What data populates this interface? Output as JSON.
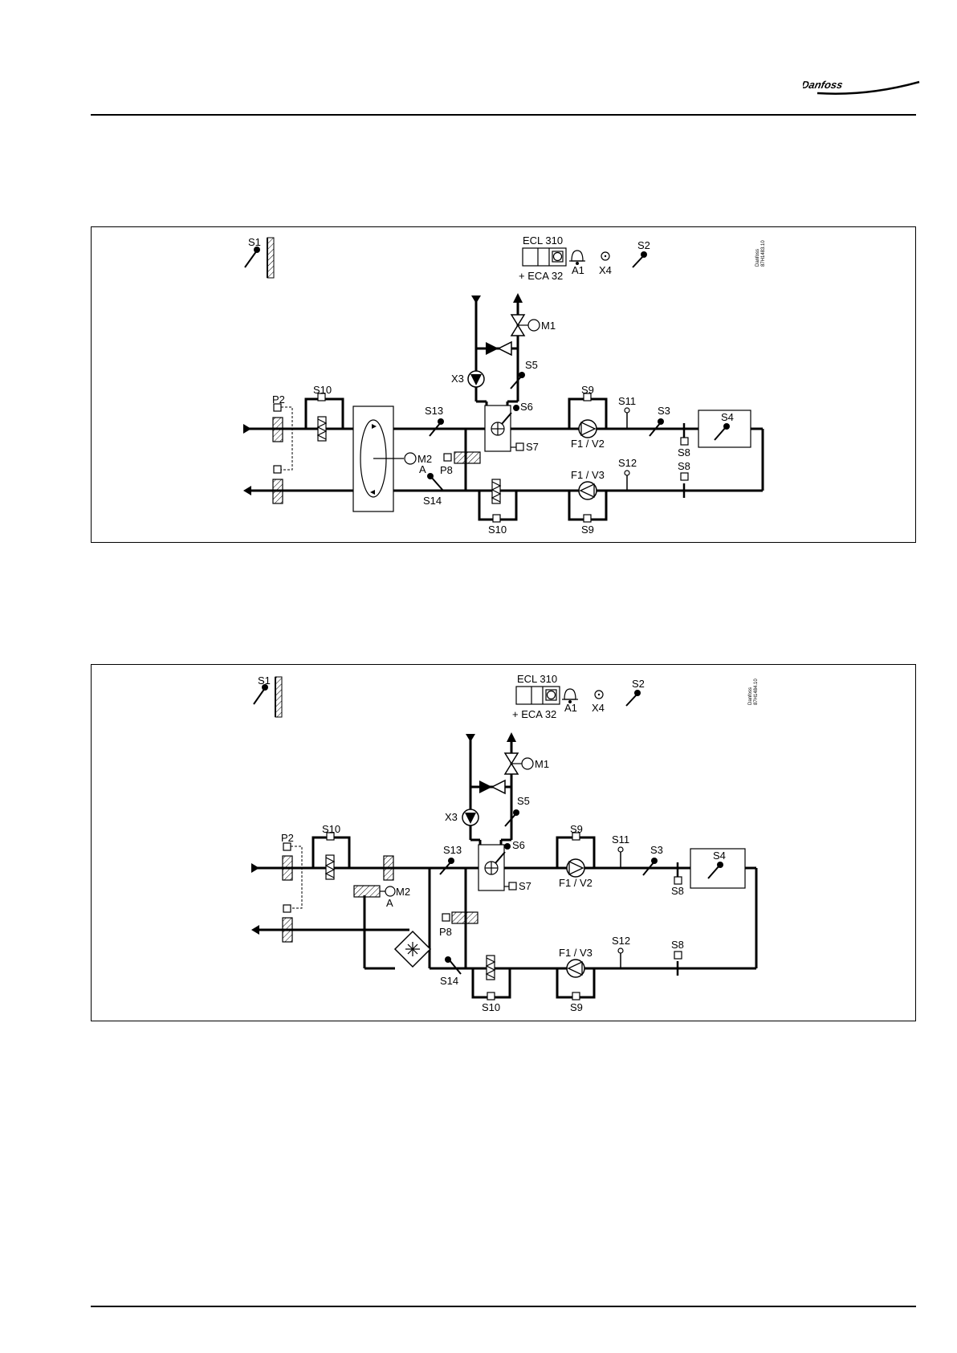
{
  "brand": {
    "logo_text": "Danfoss"
  },
  "diagrams": [
    {
      "doc_code_lines": [
        "Danfoss",
        "87H1483.10"
      ],
      "controller": {
        "label": "ECL 310",
        "sub_label": "+ ECA 32"
      },
      "labels": {
        "s1": "S1",
        "a1": "A1",
        "x4": "X4",
        "s2": "S2",
        "m1": "M1",
        "x3": "X3",
        "s5": "S5",
        "s6": "S6",
        "s7": "S7",
        "p2": "P2",
        "s10_top": "S10",
        "s13": "S13",
        "m2": "M2",
        "a": "A",
        "p8": "P8",
        "s14": "S14",
        "s10_bottom": "S10",
        "s9_top": "S9",
        "f1v2": "F1 / V2",
        "s11": "S11",
        "s3": "S3",
        "s8_top": "S8",
        "s4": "S4",
        "f1v3": "F1 / V3",
        "s12": "S12",
        "s8_bottom": "S8",
        "s9_bottom": "S9"
      }
    },
    {
      "doc_code_lines": [
        "Danfoss",
        "87H1484.10"
      ],
      "controller": {
        "label": "ECL 310",
        "sub_label": "+ ECA 32"
      },
      "labels": {
        "s1": "S1",
        "a1": "A1",
        "x4": "X4",
        "s2": "S2",
        "m1": "M1",
        "x3": "X3",
        "s5": "S5",
        "s6": "S6",
        "s7": "S7",
        "p2": "P2",
        "s10_top": "S10",
        "s13": "S13",
        "m2": "M2",
        "a": "A",
        "p8": "P8",
        "s14": "S14",
        "s10_bottom": "S10",
        "s9_top": "S9",
        "f1v2": "F1 / V2",
        "s11": "S11",
        "s3": "S3",
        "s8_top": "S8",
        "s4": "S4",
        "f1v3": "F1 / V3",
        "s12": "S12",
        "s8_bottom": "S8",
        "s9_bottom": "S9"
      }
    }
  ]
}
